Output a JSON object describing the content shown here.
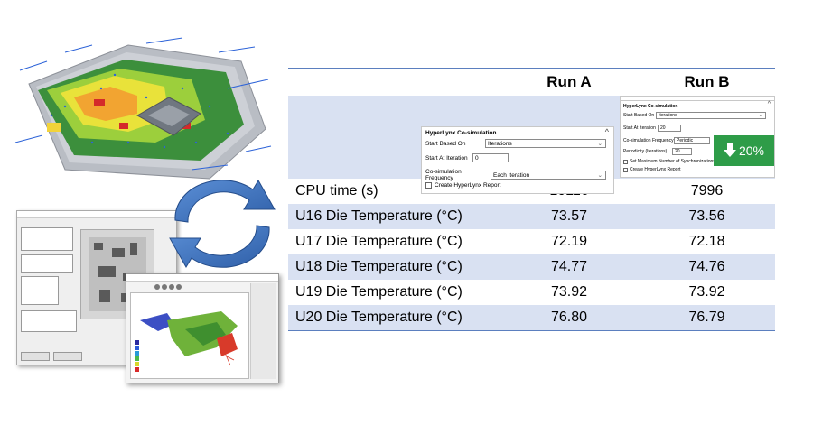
{
  "table": {
    "headers": {
      "run_a": "Run A",
      "run_b": "Run B"
    },
    "rows": [
      {
        "label": "CPU time (s)",
        "run_a": "10116",
        "run_b": "7996"
      },
      {
        "label": "U16 Die Temperature (°C)",
        "run_a": "73.57",
        "run_b": "73.56"
      },
      {
        "label": "U17 Die Temperature (°C)",
        "run_a": "72.19",
        "run_b": "72.18"
      },
      {
        "label": "U18 Die Temperature (°C)",
        "run_a": "74.77",
        "run_b": "74.76"
      },
      {
        "label": "U19 Die Temperature (°C)",
        "run_a": "73.92",
        "run_b": "73.92"
      },
      {
        "label": "U20 Die Temperature (°C)",
        "run_a": "76.80",
        "run_b": "76.79"
      }
    ]
  },
  "panel_a": {
    "title": "HyperLynx Co-simulation",
    "start_based_on_label": "Start Based On",
    "start_based_on_value": "Iterations",
    "start_at_iteration_label": "Start At Iteration",
    "start_at_iteration_value": "0",
    "frequency_label": "Co-simulation Frequency",
    "frequency_value": "Each Iteration",
    "report_label": "Create HyperLynx Report"
  },
  "panel_b": {
    "title": "HyperLynx Co-simulation",
    "start_based_on_label": "Start Based On",
    "start_based_on_value": "Iterations",
    "start_at_iteration_label": "Start At Iteration",
    "start_at_iteration_value": "20",
    "frequency_label": "Co-simulation Frequency",
    "frequency_value": "Periodic",
    "periodicity_label": "Periodicity (Iterations)",
    "periodicity_value": "20",
    "max_sync_label": "Set Maximum Number of Synchronizations",
    "report_label": "Create HyperLynx Report"
  },
  "badge": {
    "value": "20%",
    "color": "#2e9c48"
  },
  "icons": {
    "badge_arrow": "down-arrow-icon",
    "cycle": "cycle-arrows-icon"
  }
}
